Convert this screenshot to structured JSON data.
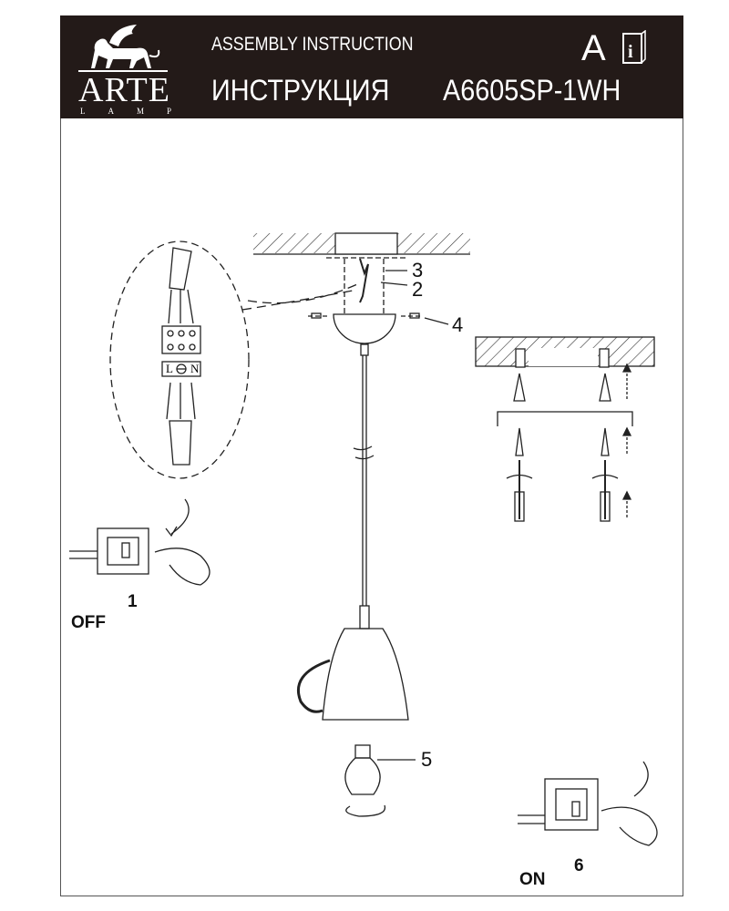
{
  "header": {
    "brand": "ARTE",
    "brand_sub": "LAMP",
    "title_en": "ASSEMBLY INSTRUCTION",
    "title_ru": "ИНСТРУКЦИЯ",
    "model": "A6605SP-1WH",
    "category_letter": "A",
    "manual_icon": "info-booklet-icon"
  },
  "terminal": {
    "live": "L",
    "neutral": "N"
  },
  "callouts": {
    "c1": "1",
    "c2": "2",
    "c3": "3",
    "c4": "4",
    "c5": "5",
    "c6": "6"
  },
  "switch": {
    "off": "OFF",
    "on": "ON"
  }
}
